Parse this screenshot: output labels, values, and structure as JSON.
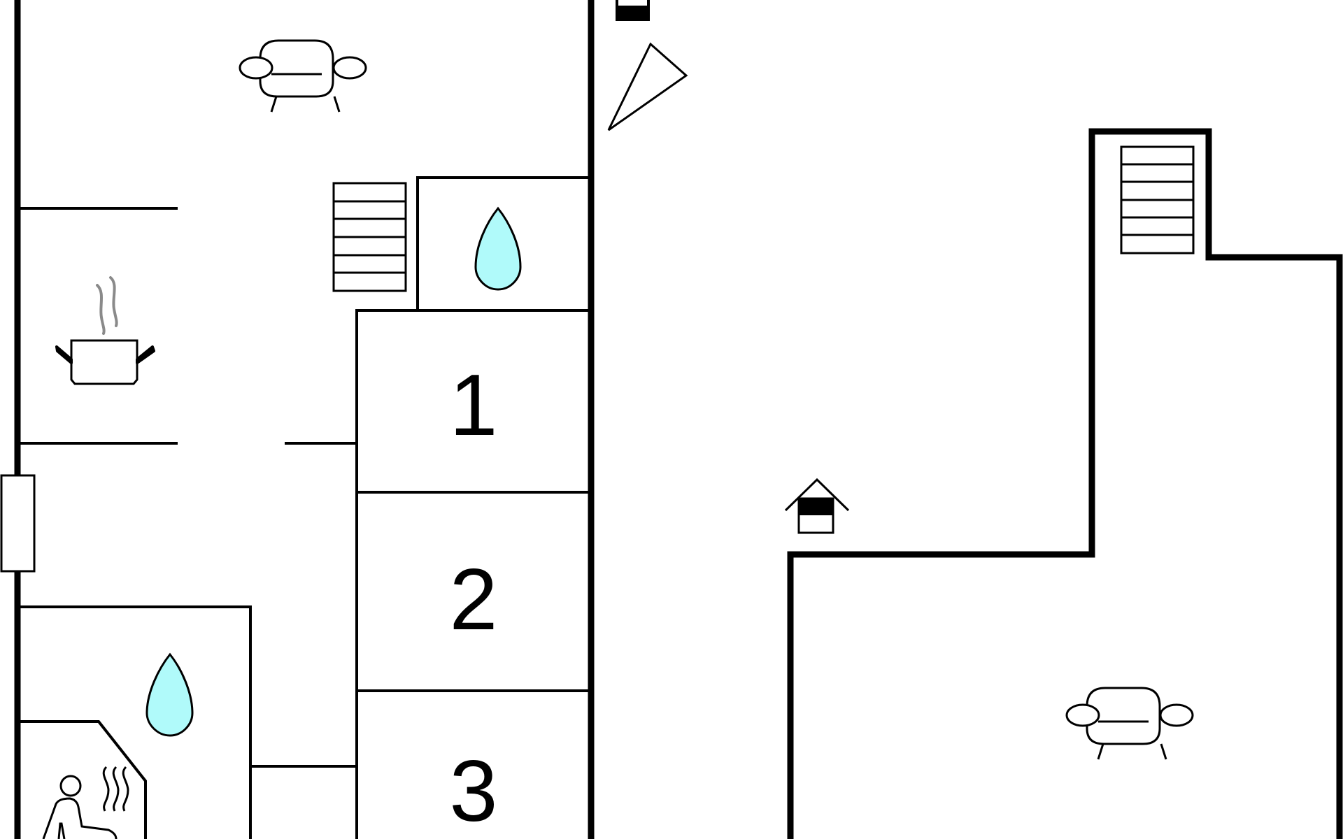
{
  "rooms": [
    {
      "number": "1"
    },
    {
      "number": "2"
    },
    {
      "number": "3"
    }
  ],
  "colors": {
    "water": "#b0fafa",
    "line": "#000000",
    "steam": "#8a8a8a",
    "background": "#ffffff"
  },
  "icons": [
    "sofa-icon",
    "stairs-icon",
    "water-drop-icon",
    "cooking-pot-icon",
    "sauna-icon",
    "compass-icon",
    "fireplace-icon",
    "window-icon"
  ]
}
